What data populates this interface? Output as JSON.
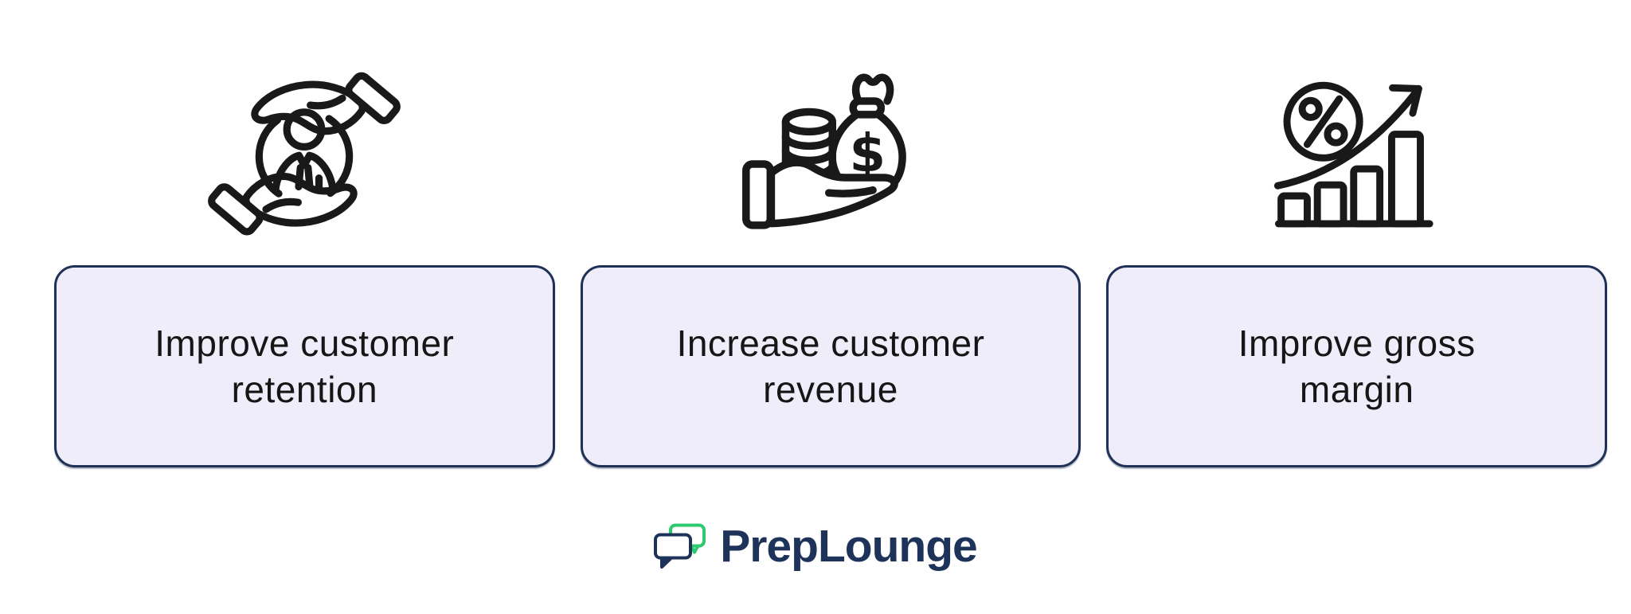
{
  "cards": [
    {
      "lines": [
        "Improve customer",
        "retention"
      ],
      "icon": "customer-retention"
    },
    {
      "lines": [
        "Increase customer",
        "revenue"
      ],
      "icon": "revenue-hand-money"
    },
    {
      "lines": [
        "Improve gross",
        "margin"
      ],
      "icon": "gross-margin-growth"
    }
  ],
  "icons": {
    "dollar_sign": "$"
  },
  "logo": {
    "wordmark": "PrepLounge"
  },
  "colors": {
    "background": "#FFFFFF",
    "card_fill": "#EFEDF9",
    "card_border": "#1F3156",
    "card_text": "#161616",
    "icon_stroke": "#191919",
    "logo_navy": "#1E3359",
    "logo_green": "#2CC96E"
  }
}
